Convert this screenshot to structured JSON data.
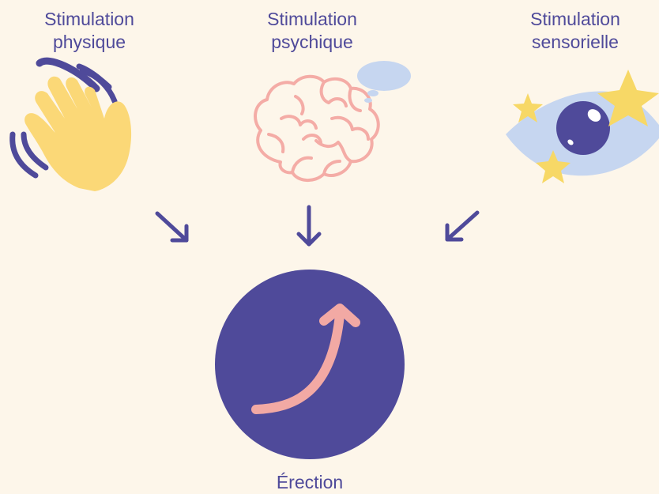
{
  "stimuli": [
    {
      "line1": "Stimulation",
      "line2": "physique"
    },
    {
      "line1": "Stimulation",
      "line2": "psychique"
    },
    {
      "line1": "Stimulation",
      "line2": "sensorielle"
    }
  ],
  "result": {
    "label": "Érection"
  },
  "colors": {
    "background": "#fdf6ea",
    "text": "#4f4a9a",
    "circle": "#4f4a9a",
    "arrow_inner": "#f2a9a4",
    "hand": "#fbd877",
    "brain": "#f4aca6",
    "bubble": "#c6d6f0",
    "eye_white": "#c6d6f0",
    "star": "#f7d866"
  },
  "icons": [
    "hand-wave-icon",
    "brain-icon",
    "thought-bubble-icon",
    "eye-icon",
    "star-icon",
    "arrow-down-right-icon",
    "arrow-down-icon",
    "arrow-down-left-icon",
    "rising-curve-arrow-icon"
  ]
}
